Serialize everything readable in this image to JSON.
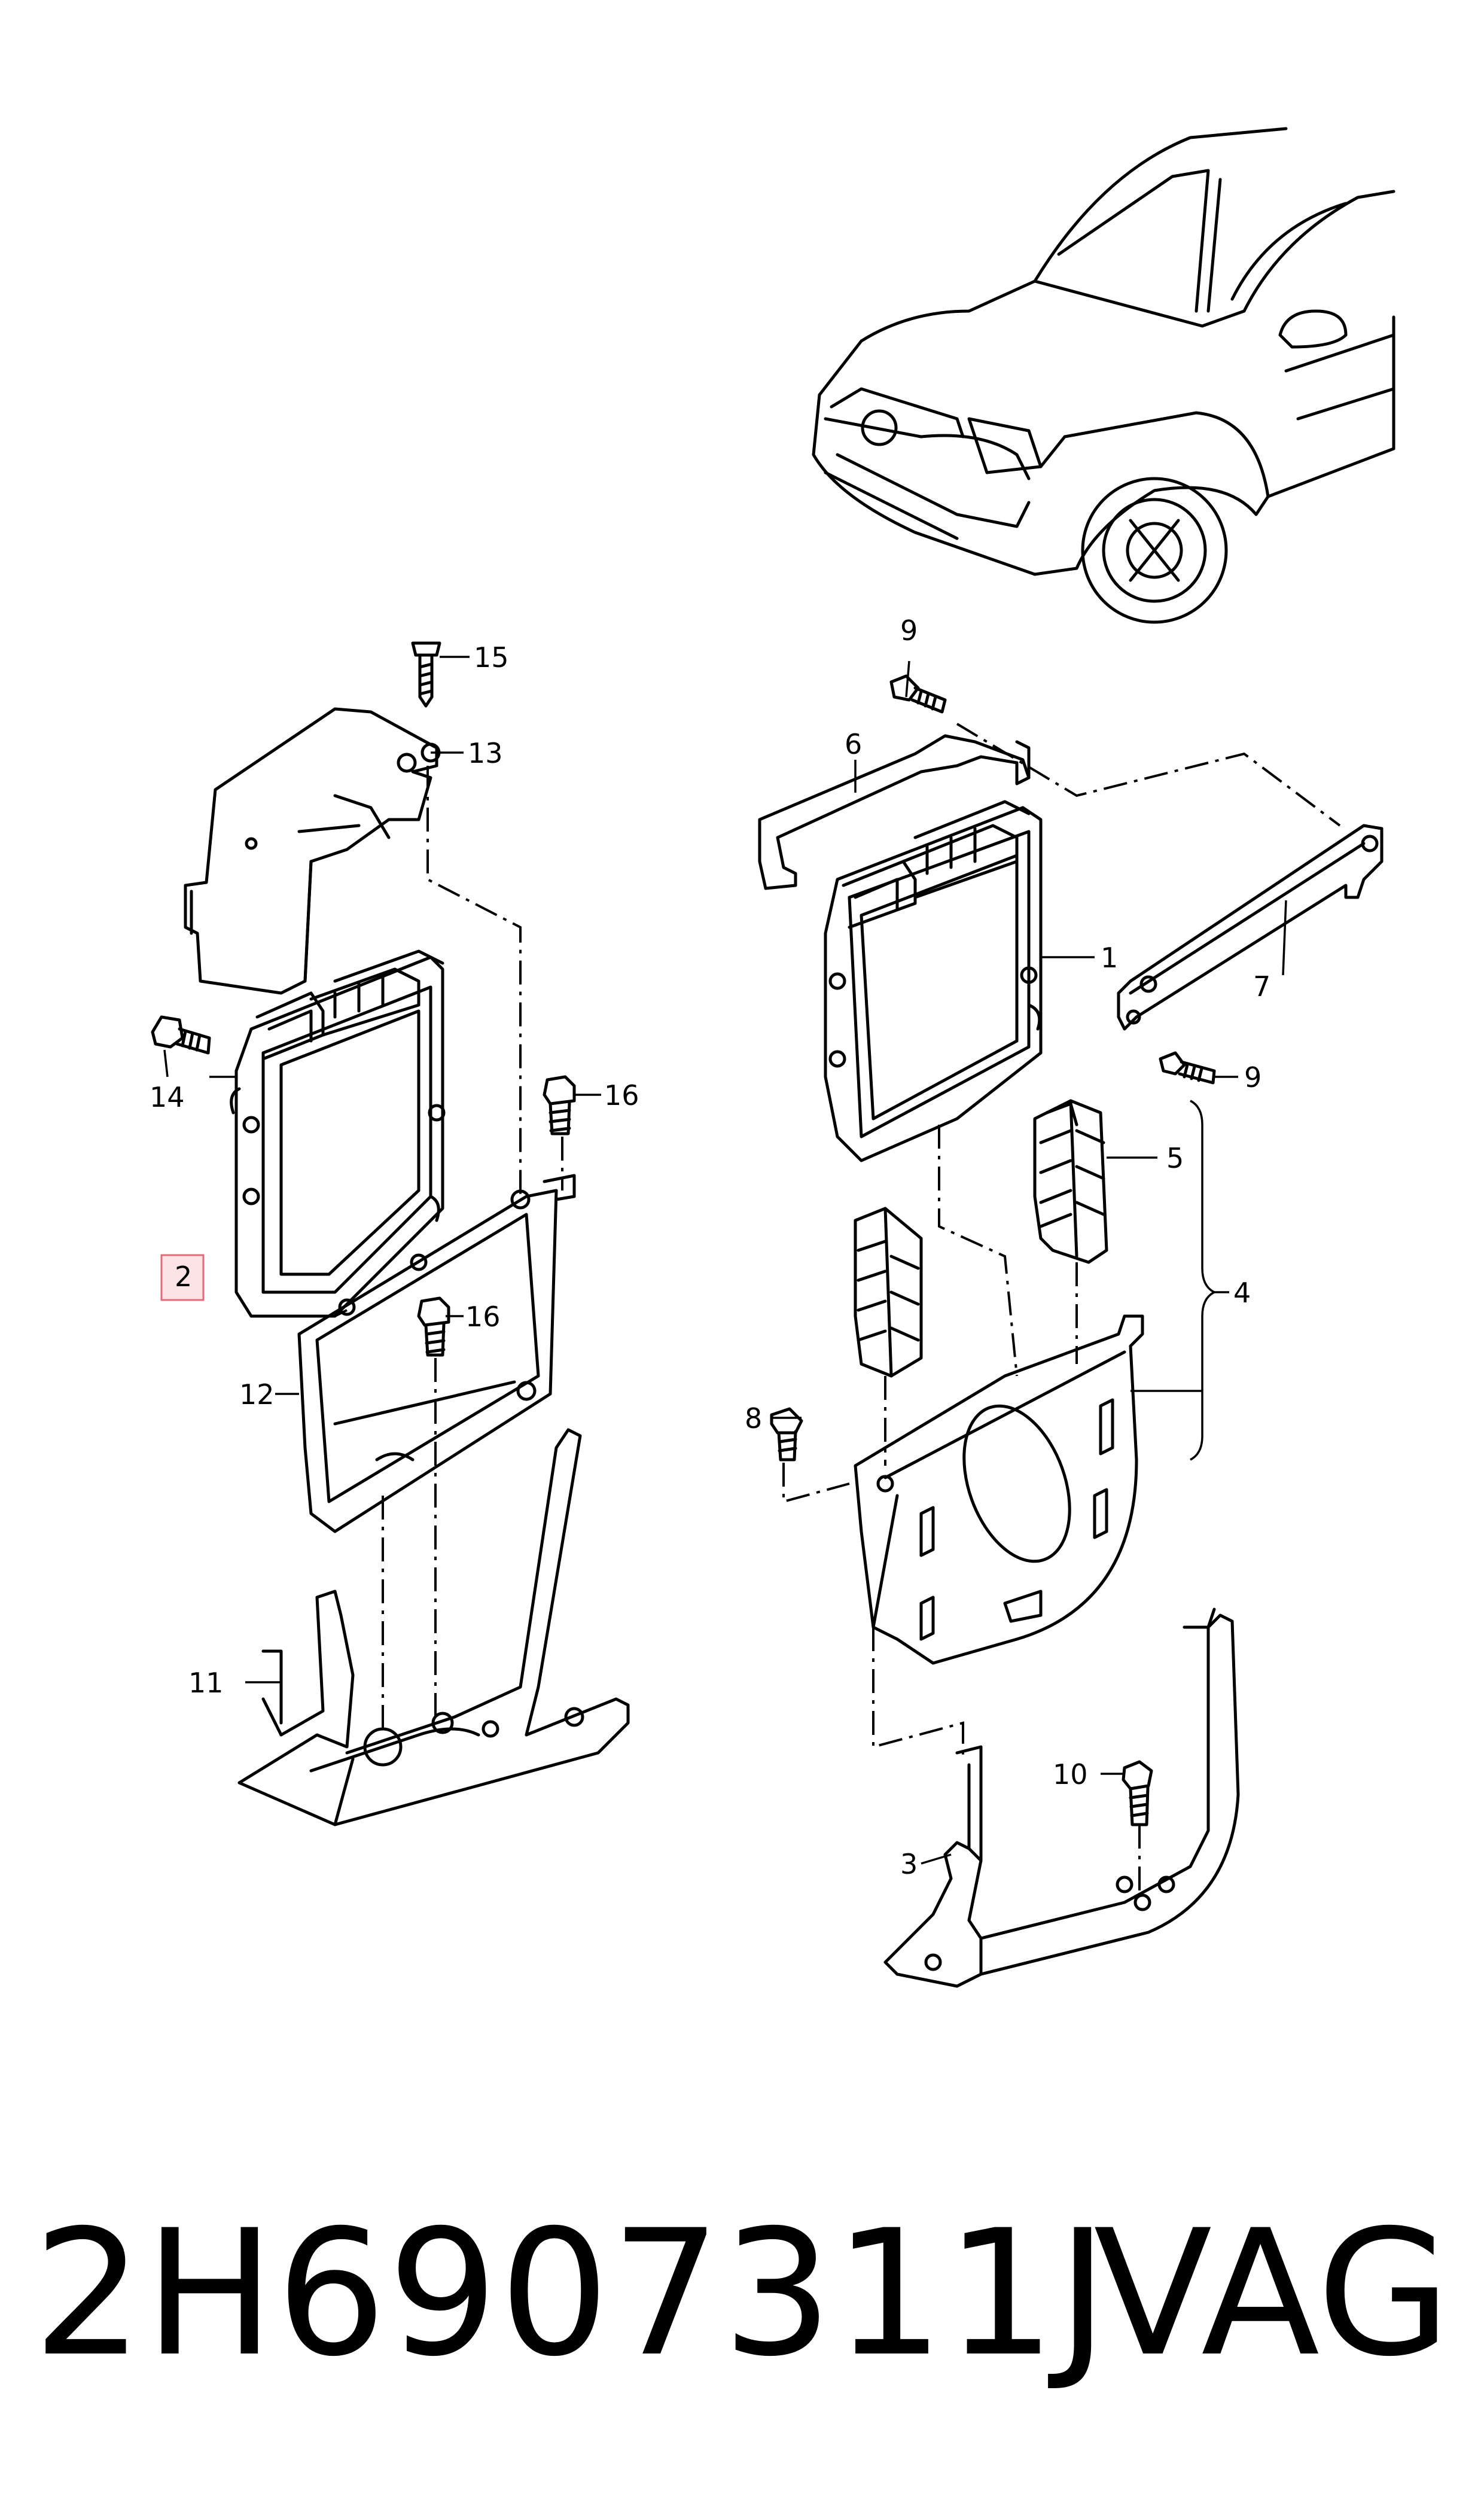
{
  "callouts": {
    "c1": "1",
    "c2": "2",
    "c3": "3",
    "c4": "4",
    "c5": "5",
    "c6": "6",
    "c7": "7",
    "c8": "8",
    "c9a": "9",
    "c9b": "9",
    "c10": "10",
    "c11": "11",
    "c12": "12",
    "c13": "13",
    "c14": "14",
    "c15": "15",
    "c16a": "16",
    "c16b": "16"
  },
  "highlight": {
    "callout": "2",
    "color": "#e26b7a",
    "fill": "#fde3e6"
  },
  "footer": {
    "part_number": "2H6907311J",
    "brand": "VAG"
  }
}
